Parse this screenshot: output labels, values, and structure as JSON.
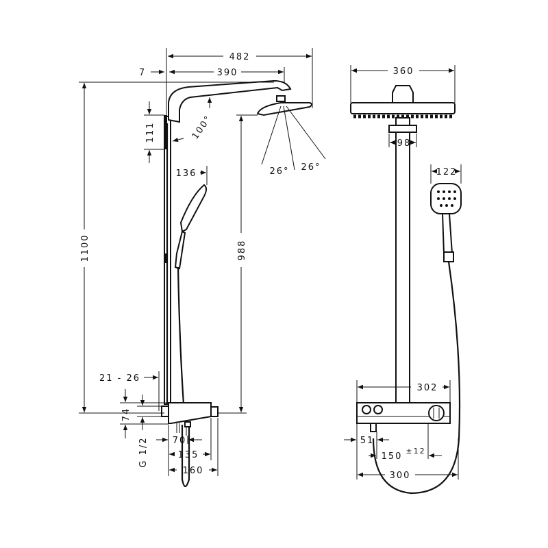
{
  "dimensions": {
    "overall_width": "482",
    "arm_length": "390",
    "wall_offset": "7",
    "total_height": "1100",
    "bracket_height": "111",
    "arm_angle": "100°",
    "head_height": "988",
    "hand_shower_offset": "136",
    "spray_angle_left": "26°",
    "spray_angle_right": "26°",
    "wall_gap": "21 - 26",
    "mixer_height": "74",
    "thread": "G 1/2",
    "outlet_depth": "70",
    "mixer_depth": "135",
    "total_depth": "160",
    "head_diameter": "360",
    "pole_clamp": "98",
    "hand_shower_width": "122",
    "mixer_width": "302",
    "connector_offset": "51",
    "connection_spacing": "150",
    "connection_tolerance": "±12",
    "mixer_span": "300"
  }
}
